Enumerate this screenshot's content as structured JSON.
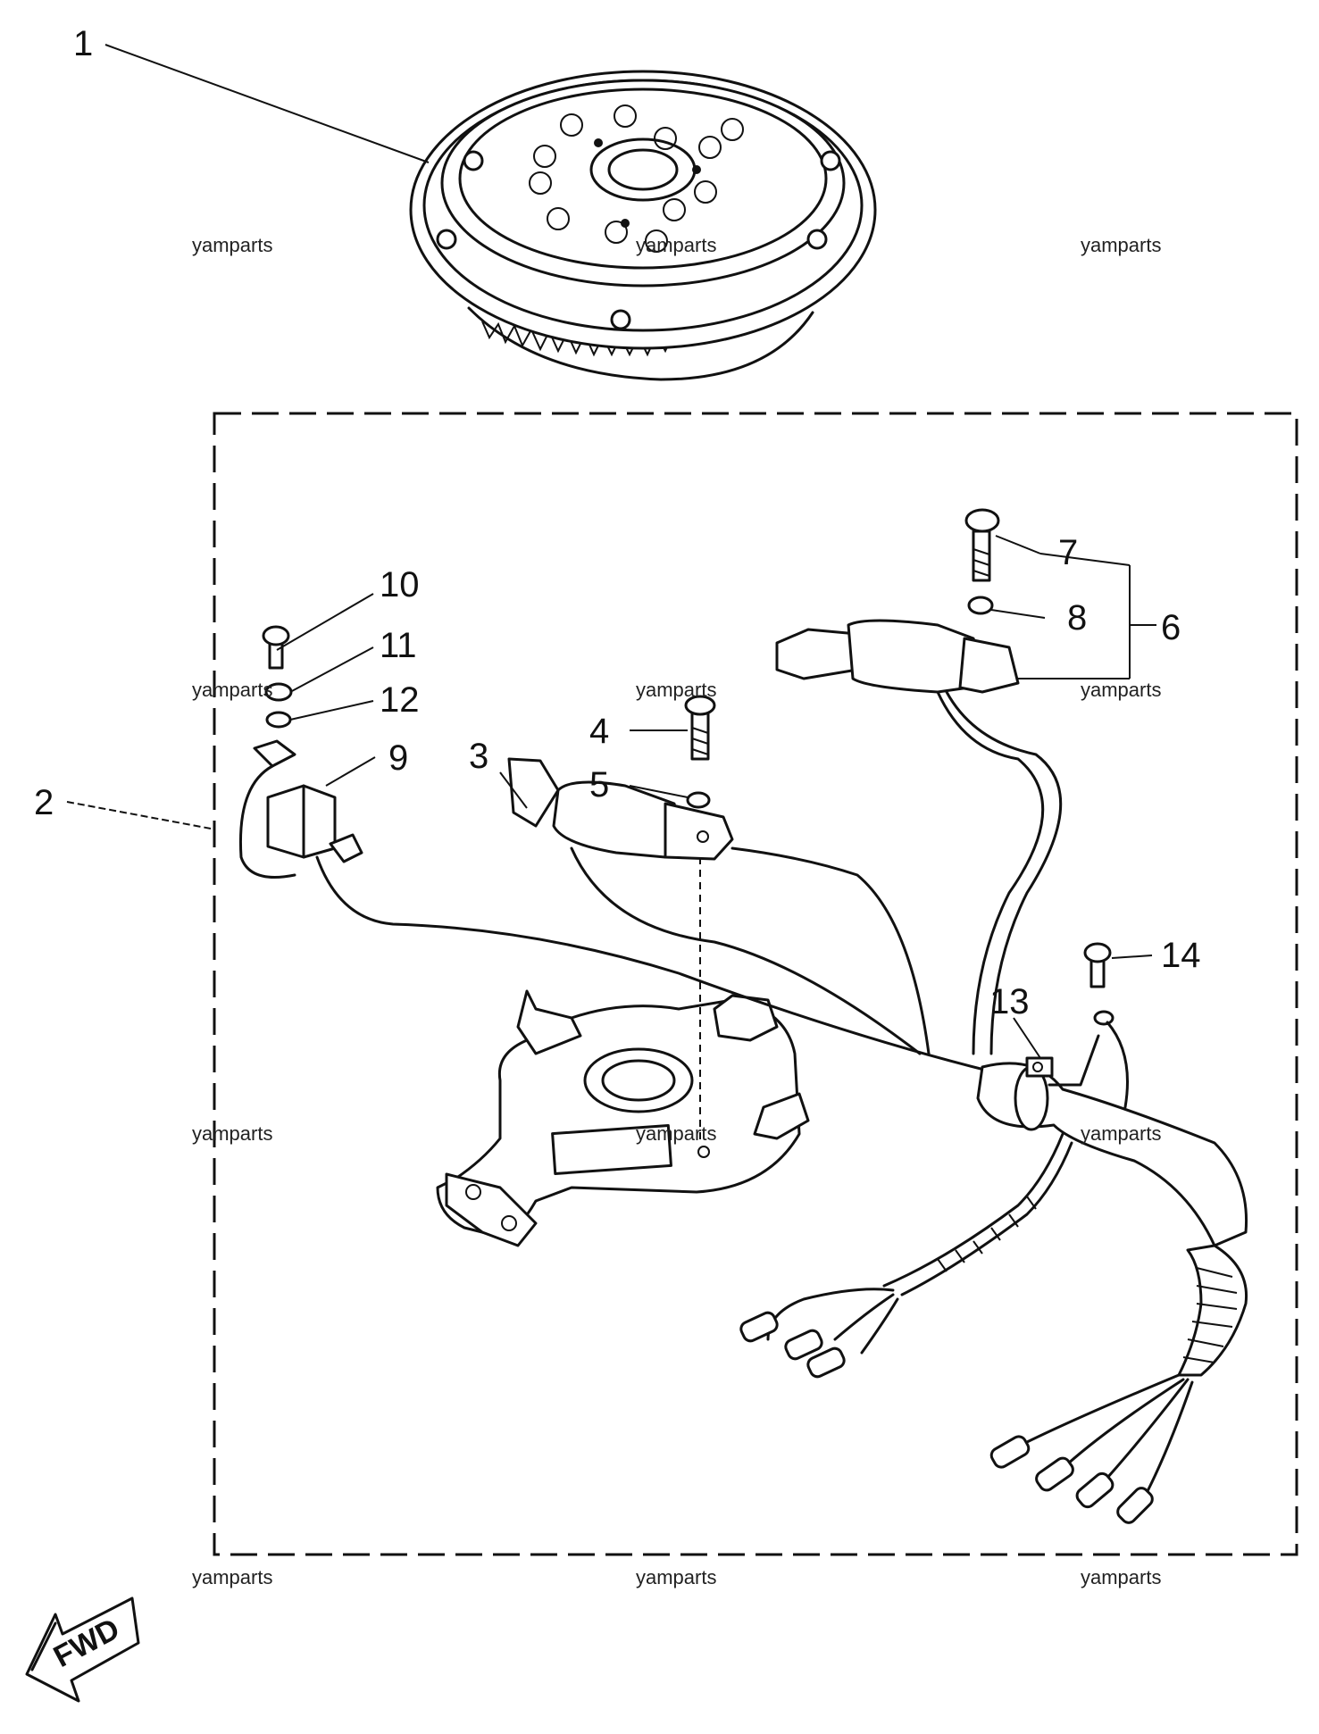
{
  "callouts": {
    "c1": "1",
    "c2": "2",
    "c3": "3",
    "c4": "4",
    "c5": "5",
    "c6": "6",
    "c7": "7",
    "c8": "8",
    "c9": "9",
    "c10": "10",
    "c11": "11",
    "c12": "12",
    "c13": "13",
    "c14": "14"
  },
  "watermark": "yamparts",
  "fwd_label": "FWD"
}
